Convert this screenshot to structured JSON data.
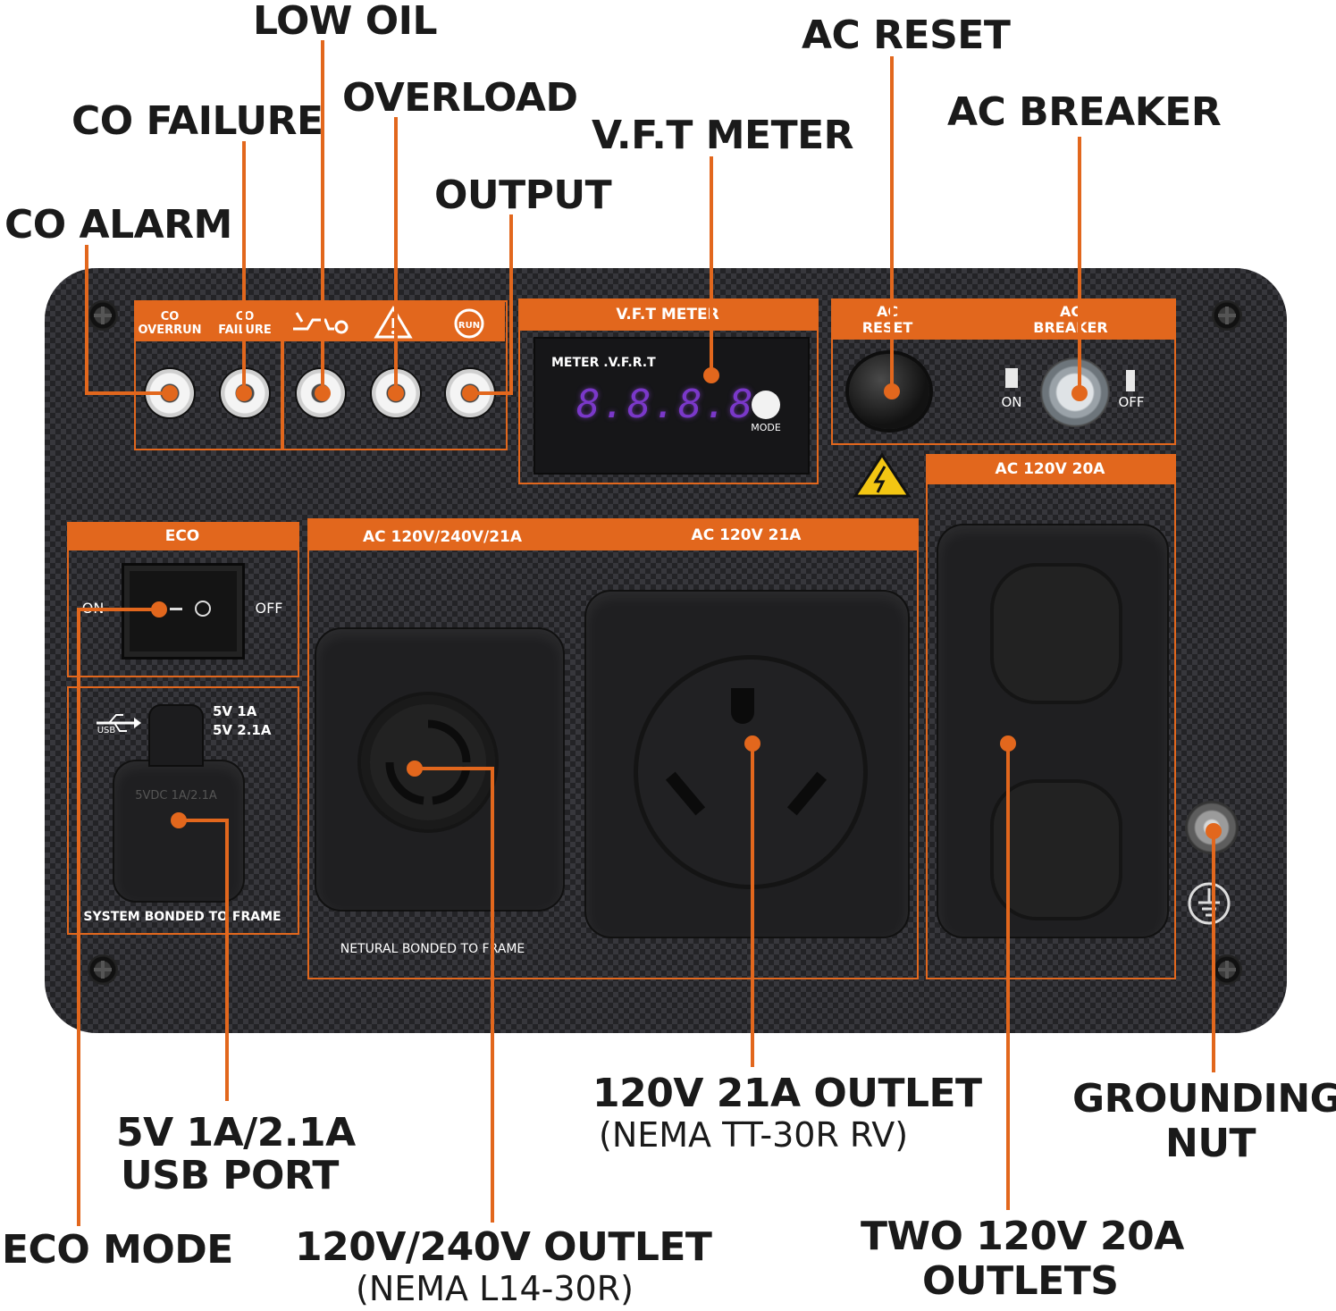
{
  "callouts": {
    "low_oil": "LOW OIL",
    "ac_reset": "AC RESET",
    "co_failure": "CO FAILURE",
    "overload": "OVERLOAD",
    "ac_breaker": "AC BREAKER",
    "vft_meter": "V.F.T METER",
    "output": "OUTPUT",
    "co_alarm": "CO ALARM",
    "outlet_120v_21a": "120V 21A OUTLET",
    "outlet_120v_21a_sub": "(NEMA TT-30R RV)",
    "grounding_line1": "GROUNDING",
    "grounding_line2": "NUT",
    "usb_line1": "5V 1A/2.1A",
    "usb_line2": "USB PORT",
    "eco_mode": "ECO MODE",
    "outlet_120_240": "120V/240V OUTLET",
    "outlet_120_240_sub": "(NEMA L14-30R)",
    "two_outlets_line1": "TWO 120V 20A",
    "two_outlets_line2": "OUTLETS"
  },
  "panel": {
    "co_overrun": "CO\nOVERRUN",
    "co_failure": "CO\nFAILURE",
    "vft_header": "V.F.T METER",
    "meter_label": "METER .V.F.R.T",
    "meter_digits": "8.8.8.8",
    "mode_label": "MODE",
    "ac_reset": "AC\nRESET",
    "ac_breaker": "AC\nBREAKER",
    "on": "ON",
    "off": "OFF",
    "eco_header": "ECO",
    "eco_on": "ON",
    "eco_off": "OFF",
    "ac_120_240_21a": "AC 120V/240V/21A",
    "ac_120_21a": "AC 120V 21A",
    "ac_120_20a": "AC 120V 20A",
    "usb_5v_1a": "5V 1A",
    "usb_5v_21a": "5V 2.1A",
    "usb_tag": "USB",
    "usb_cover_text": "5VDC 1A/2.1A",
    "system_bonded": "SYSTEM BONDED TO FRAME",
    "neutral_bonded": "NETURAL BONDED TO FRAME",
    "run_icon": "RUN"
  },
  "colors": {
    "accent": "#e2671d",
    "panel": "#2b2b2e",
    "text": "#1a1a1a"
  },
  "icons": [
    "low-oil-icon",
    "overload-warning-icon",
    "output-run-icon",
    "high-voltage-warning-icon",
    "usb-icon",
    "ground-symbol-icon",
    "screw-icon"
  ]
}
